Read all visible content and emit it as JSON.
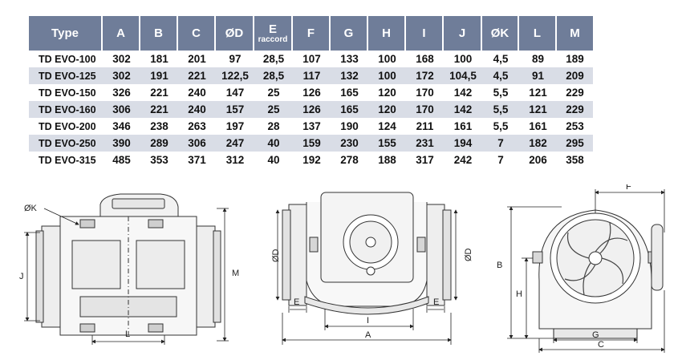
{
  "table": {
    "headers": [
      {
        "label": "Type"
      },
      {
        "label": "A"
      },
      {
        "label": "B"
      },
      {
        "label": "C"
      },
      {
        "label": "ØD"
      },
      {
        "label": "E",
        "sub": "raccord"
      },
      {
        "label": "F"
      },
      {
        "label": "G"
      },
      {
        "label": "H"
      },
      {
        "label": "I"
      },
      {
        "label": "J"
      },
      {
        "label": "ØK"
      },
      {
        "label": "L"
      },
      {
        "label": "M"
      }
    ],
    "rows": [
      [
        "TD EVO-100",
        "302",
        "181",
        "201",
        "97",
        "28,5",
        "107",
        "133",
        "100",
        "168",
        "100",
        "4,5",
        "89",
        "189"
      ],
      [
        "TD EVO-125",
        "302",
        "191",
        "221",
        "122,5",
        "28,5",
        "117",
        "132",
        "100",
        "172",
        "104,5",
        "4,5",
        "91",
        "209"
      ],
      [
        "TD EVO-150",
        "326",
        "221",
        "240",
        "147",
        "25",
        "126",
        "165",
        "120",
        "170",
        "142",
        "5,5",
        "121",
        "229"
      ],
      [
        "TD EVO-160",
        "306",
        "221",
        "240",
        "157",
        "25",
        "126",
        "165",
        "120",
        "170",
        "142",
        "5,5",
        "121",
        "229"
      ],
      [
        "TD EVO-200",
        "346",
        "238",
        "263",
        "197",
        "28",
        "137",
        "190",
        "124",
        "211",
        "161",
        "5,5",
        "161",
        "253"
      ],
      [
        "TD EVO-250",
        "390",
        "289",
        "306",
        "247",
        "40",
        "159",
        "230",
        "155",
        "231",
        "194",
        "7",
        "182",
        "295"
      ],
      [
        "TD EVO-315",
        "485",
        "353",
        "371",
        "312",
        "40",
        "192",
        "278",
        "188",
        "317",
        "242",
        "7",
        "206",
        "358"
      ]
    ]
  },
  "drawing_labels": {
    "k": "ØK",
    "j": "J",
    "m": "M",
    "l": "L",
    "d_left": "ØD",
    "d_right": "ØD",
    "e_left": "E",
    "e_right": "E",
    "i": "I",
    "a": "A",
    "f": "F",
    "b": "B",
    "h": "H",
    "g": "G",
    "c": "C"
  },
  "colors": {
    "header_bg": "#6f7d99",
    "row_shade": "#d9dde6"
  }
}
